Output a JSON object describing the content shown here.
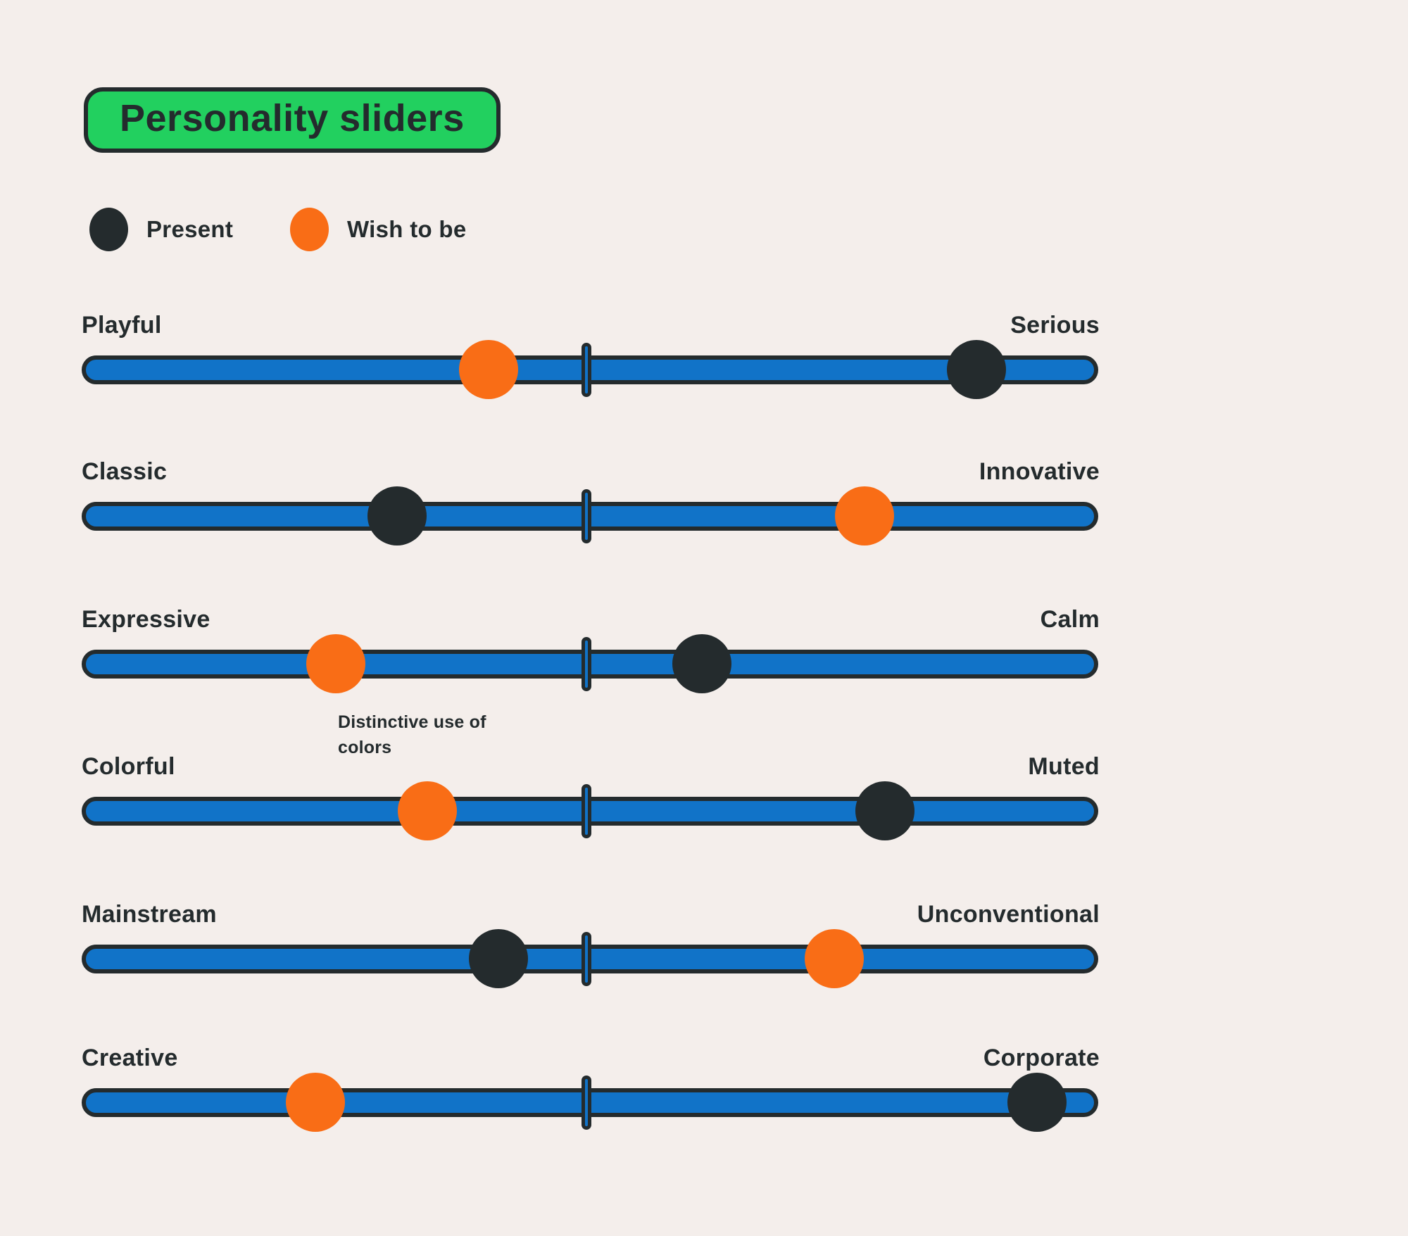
{
  "title": "Personality sliders",
  "legend": [
    {
      "key": "present",
      "label": "Present",
      "color": "#242B2D"
    },
    {
      "key": "wish",
      "label": "Wish to be",
      "color": "#F96D16"
    }
  ],
  "colors": {
    "background": "#F4EEEB",
    "dark": "#242B2D",
    "green": "#22D05F",
    "orange": "#F96D16",
    "blue": "#1173C8"
  },
  "chart_data": {
    "type": "slider",
    "series": [
      "Present",
      "Wish to be"
    ],
    "range": [
      0,
      100
    ],
    "center_tick": 50,
    "scales": [
      {
        "left": "Playful",
        "right": "Serious",
        "present": 88,
        "wish": 40,
        "annotation": ""
      },
      {
        "left": "Classic",
        "right": "Innovative",
        "present": 31,
        "wish": 77,
        "annotation": ""
      },
      {
        "left": "Expressive",
        "right": "Calm",
        "present": 61,
        "wish": 25,
        "annotation": ""
      },
      {
        "left": "Colorful",
        "right": "Muted",
        "present": 79,
        "wish": 34,
        "annotation": "Distinctive use of colors"
      },
      {
        "left": "Mainstream",
        "right": "Unconventional",
        "present": 41,
        "wish": 74,
        "annotation": ""
      },
      {
        "left": "Creative",
        "right": "Corporate",
        "present": 94,
        "wish": 23,
        "annotation": ""
      }
    ]
  }
}
